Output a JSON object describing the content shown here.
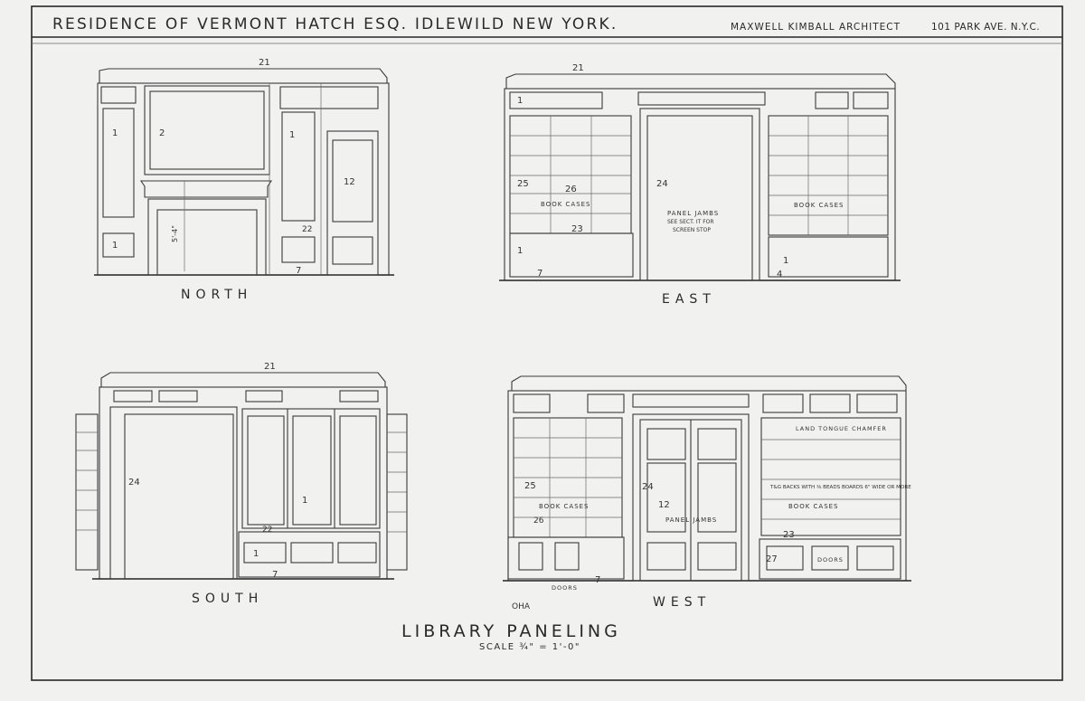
{
  "title_block": {
    "residence": "RESIDENCE OF VERMONT HATCH ESQ. IDLEWILD NEW YORK.",
    "architect": "MAXWELL KIMBALL ARCHITECT",
    "address": "101 PARK AVE. N.Y.C."
  },
  "sheet_title": "LIBRARY  PANELING",
  "scale": "SCALE ¾\" = 1'-0\"",
  "initials": "OHA",
  "elevations": {
    "north": {
      "label": "NORTH"
    },
    "east": {
      "label": "EAST"
    },
    "south": {
      "label": "SOUTH"
    },
    "west": {
      "label": "WEST"
    }
  },
  "notes": {
    "book_cases": "BOOK CASES",
    "panel_jambs": "PANEL JAMBS",
    "see_sect": "SEE SECT. IT FOR",
    "screen_stop": "SCREEN STOP",
    "doors": "DOORS",
    "tongue_chamfer": "LAND TONGUE CHAMFER",
    "backs": "T&G BACKS WITH ⅜ BEADS BOARDS 6\" WIDE OR MORE",
    "sheet_dims": "5'-4\""
  },
  "callouts": {
    "n1": "1",
    "n2": "2",
    "n7": "7",
    "n12": "12",
    "n21": "21",
    "n22": "22",
    "n23": "23",
    "n24": "24",
    "n25": "25",
    "n26": "26",
    "n27": "27",
    "n4": "4"
  }
}
